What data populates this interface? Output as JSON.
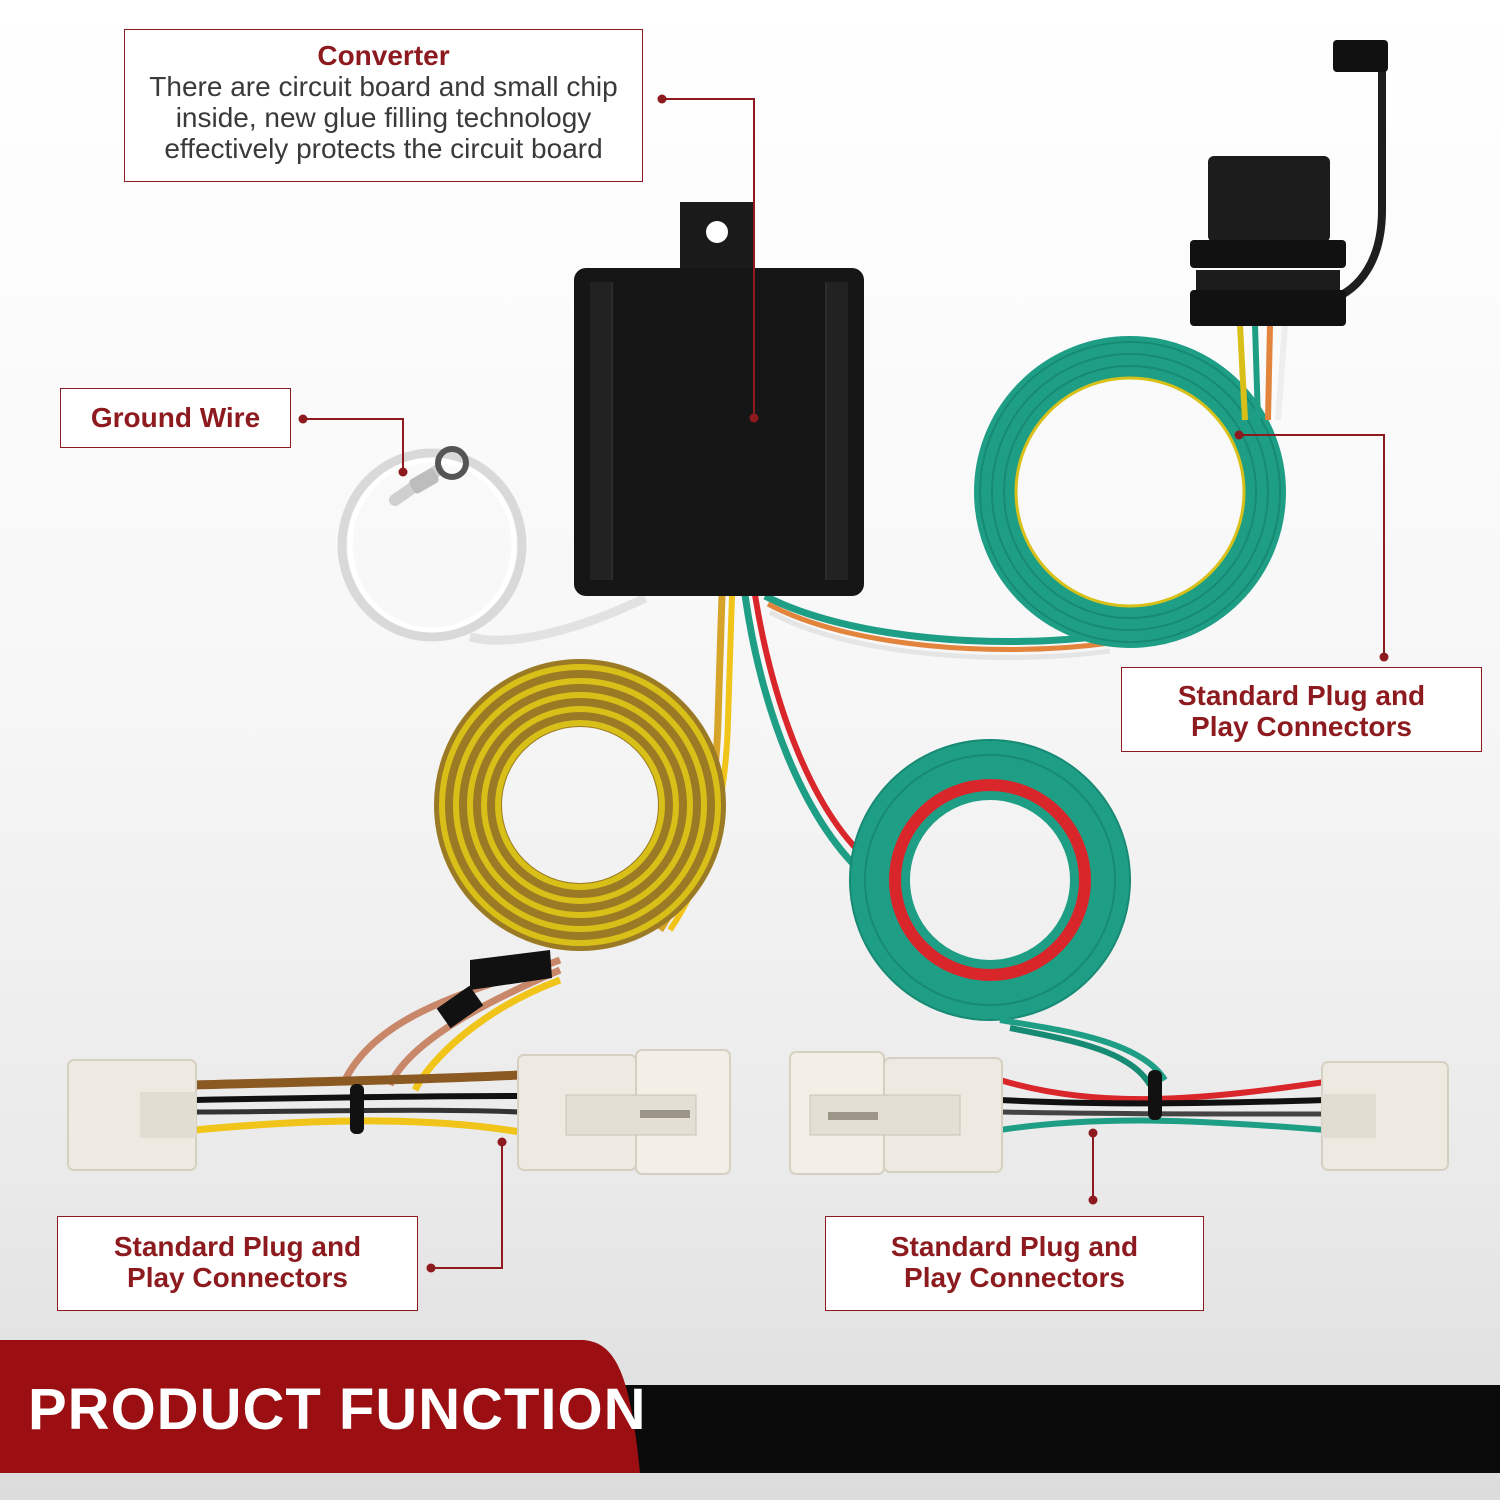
{
  "callouts": {
    "converter": {
      "title": "Converter",
      "description_lines": [
        "There are circuit board and small chip",
        "inside, new glue filling technology",
        "effectively protects the circuit board"
      ]
    },
    "ground_wire": {
      "title": "Ground Wire"
    },
    "connectors_right": {
      "title_lines": [
        "Standard Plug and",
        "Play Connectors"
      ]
    },
    "connectors_bottom_left": {
      "title_lines": [
        "Standard Plug and",
        "Play Connectors"
      ]
    },
    "connectors_bottom_right": {
      "title_lines": [
        "Standard Plug and",
        "Play Connectors"
      ]
    }
  },
  "banner": {
    "text": "PRODUCT FUNCTION"
  },
  "colors": {
    "accent": "#8d1a1e",
    "banner_red": "#9b0f12",
    "banner_black": "#0b0b0b",
    "wire_green": "#1f9e86",
    "wire_yellow": "#d8c018",
    "wire_brown": "#9a6b2c",
    "wire_red": "#d9262b"
  },
  "icons": [
    "converter-box-icon",
    "ground-ring-terminal-icon",
    "trailer-4-pin-plug-icon",
    "vehicle-plug-connector-icon"
  ]
}
